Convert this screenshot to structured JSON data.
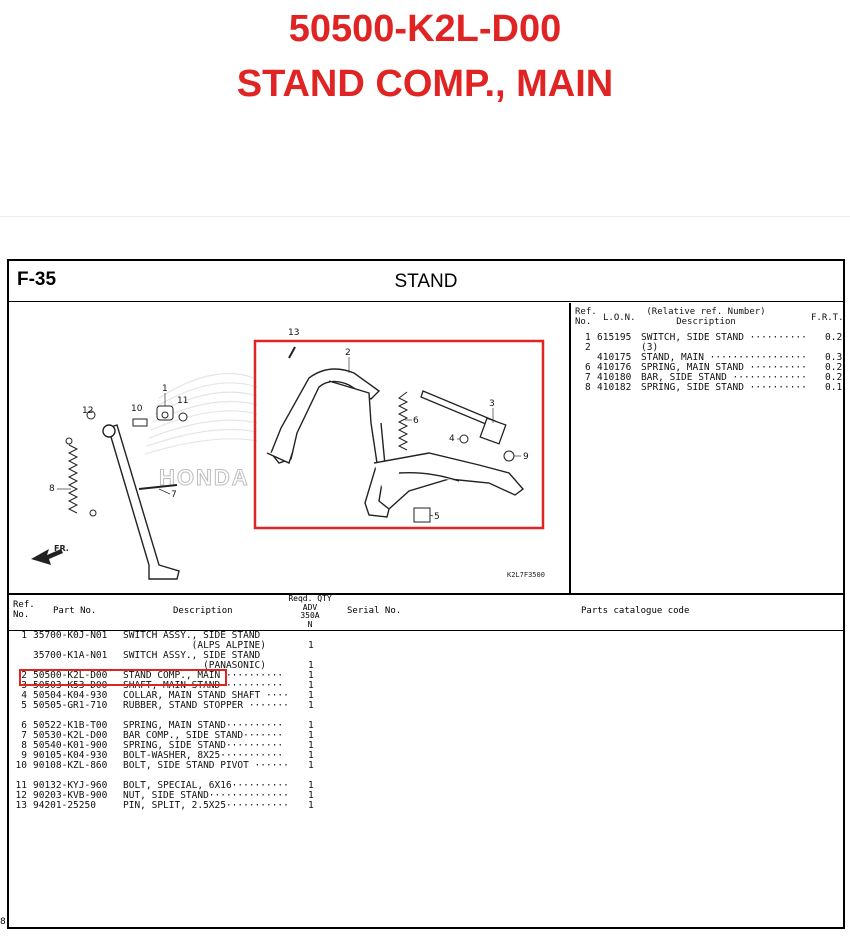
{
  "header": {
    "part_number": "50500-K2L-D00",
    "part_name": "STAND COMP., MAIN"
  },
  "figure": {
    "code": "F-35",
    "section": "STAND",
    "callouts": [
      "13",
      "2",
      "1",
      "12",
      "10",
      "11",
      "3",
      "6",
      "4",
      "9",
      "8",
      "7",
      "5"
    ],
    "direction_label": "FR.",
    "watermark": "HONDA",
    "ref_code": "K2L7F3500"
  },
  "ref_table": {
    "headers": {
      "ref": "Ref.\nNo.",
      "lon": "L.O.N.",
      "desc": "(Relative ref. Number)\nDescription",
      "frt": "F.R.T."
    },
    "rows": [
      {
        "ref": "1",
        "lon": "615195",
        "desc": "SWITCH, SIDE STAND ··········",
        "frt": "0.2"
      },
      {
        "ref": "2",
        "lon": "",
        "desc": "(3)",
        "frt": ""
      },
      {
        "ref": "",
        "lon": "410175",
        "desc": "STAND, MAIN ·················",
        "frt": "0.3"
      },
      {
        "ref": "6",
        "lon": "410176",
        "desc": "SPRING, MAIN STAND ··········",
        "frt": "0.2"
      },
      {
        "ref": "7",
        "lon": "410180",
        "desc": "BAR, SIDE STAND ·············",
        "frt": "0.2"
      },
      {
        "ref": "8",
        "lon": "410182",
        "desc": "SPRING, SIDE STAND ··········",
        "frt": "0.1"
      }
    ]
  },
  "parts_table": {
    "headers": {
      "ref": "Ref.\nNo.",
      "part_no": "Part No.",
      "desc": "Description",
      "qty": "Reqd. QTY\nADV\n350A\nN",
      "serial": "Serial No.",
      "catalogue": "Parts catalogue code"
    },
    "rows": [
      {
        "ref": "1",
        "part_no": "35700-K0J-N01",
        "desc": "SWITCH ASSY., SIDE STAND",
        "qty": ""
      },
      {
        "ref": "",
        "part_no": "",
        "desc": "            (ALPS ALPINE)",
        "qty": "1"
      },
      {
        "ref": "",
        "part_no": "35700-K1A-N01",
        "desc": "SWITCH ASSY., SIDE STAND",
        "qty": ""
      },
      {
        "ref": "",
        "part_no": "",
        "desc": "              (PANASONIC)",
        "qty": "1"
      },
      {
        "ref": "2",
        "part_no": "50500-K2L-D00",
        "desc": "STAND COMP., MAIN ··········",
        "qty": "1"
      },
      {
        "ref": "3",
        "part_no": "50503-K53-D00",
        "desc": "SHAFT, MAIN STAND ··········",
        "qty": "1"
      },
      {
        "ref": "4",
        "part_no": "50504-K04-930",
        "desc": "COLLAR, MAIN STAND SHAFT ····",
        "qty": "1"
      },
      {
        "ref": "5",
        "part_no": "50505-GR1-710",
        "desc": "RUBBER, STAND STOPPER ·······",
        "qty": "1"
      },
      {
        "ref": "",
        "part_no": "",
        "desc": "",
        "qty": ""
      },
      {
        "ref": "6",
        "part_no": "50522-K1B-T00",
        "desc": "SPRING, MAIN STAND··········",
        "qty": "1"
      },
      {
        "ref": "7",
        "part_no": "50530-K2L-D00",
        "desc": "BAR COMP., SIDE STAND·······",
        "qty": "1"
      },
      {
        "ref": "8",
        "part_no": "50540-K01-900",
        "desc": "SPRING, SIDE STAND··········",
        "qty": "1"
      },
      {
        "ref": "9",
        "part_no": "90105-K04-930",
        "desc": "BOLT-WASHER, 8X25···········",
        "qty": "1"
      },
      {
        "ref": "10",
        "part_no": "90108-KZL-860",
        "desc": "BOLT, SIDE STAND PIVOT ······",
        "qty": "1"
      },
      {
        "ref": "",
        "part_no": "",
        "desc": "",
        "qty": ""
      },
      {
        "ref": "11",
        "part_no": "90132-KYJ-960",
        "desc": "BOLT, SPECIAL, 6X16··········",
        "qty": "1"
      },
      {
        "ref": "12",
        "part_no": "90203-KVB-900",
        "desc": "NUT, SIDE STAND··············",
        "qty": "1"
      },
      {
        "ref": "13",
        "part_no": "94201-25250",
        "desc": "PIN, SPLIT, 2.5X25···········",
        "qty": "1"
      }
    ]
  },
  "page_marker": "8",
  "colors": {
    "accent_red": "#e02424",
    "ink": "#000000"
  }
}
